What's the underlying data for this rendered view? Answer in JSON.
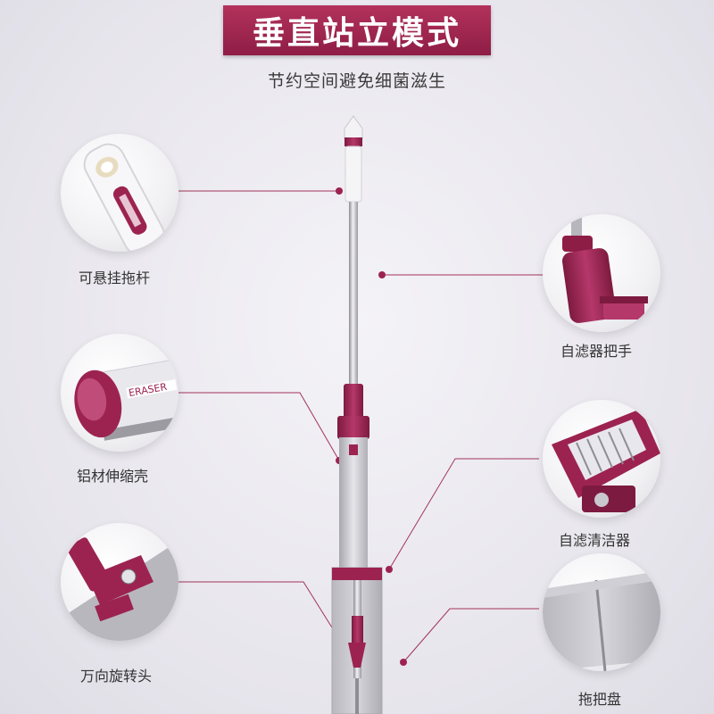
{
  "header": {
    "title": "垂直站立模式",
    "subtitle": "节约空间避免细菌滋生"
  },
  "features": {
    "hang": "可悬挂拖杆",
    "aluminum": "铝材伸缩壳",
    "swivel": "万向旋转头",
    "handle": "自滤器把手",
    "cleaner": "自滤清洁器",
    "pad": "拖把盘"
  },
  "colors": {
    "accent": "#9c2350",
    "accent_dark": "#7d1a3f",
    "metal": "#c9c8cf"
  }
}
